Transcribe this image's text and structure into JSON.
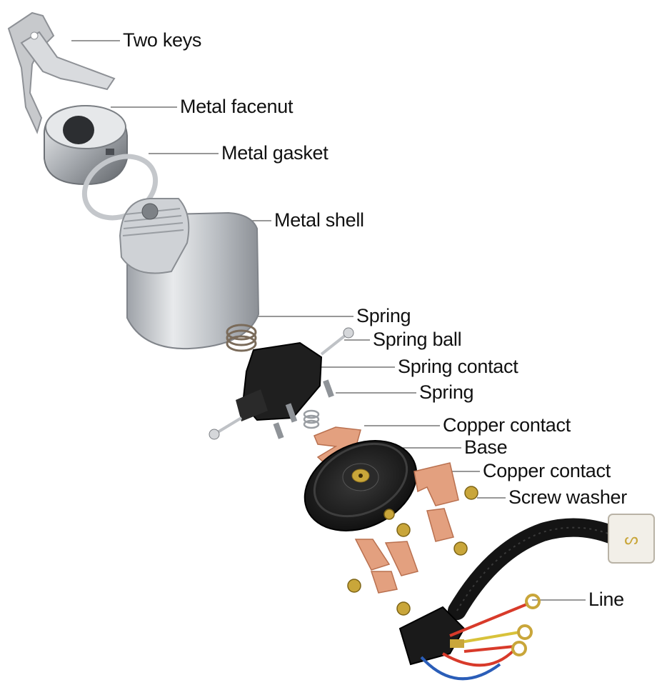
{
  "labels": {
    "two_keys": "Two keys",
    "metal_facenut": "Metal facenut",
    "metal_gasket": "Metal gasket",
    "metal_shell": "Metal shell",
    "spring_1": "Spring",
    "spring_ball": "Spring ball",
    "spring_contact": "Spring contact",
    "spring_2": "Spring",
    "copper_contact_1": "Copper contact",
    "base": "Base",
    "copper_contact_2": "Copper contact",
    "screw_washer": "Screw washer",
    "line": "Line"
  },
  "colors": {
    "leader": "#777777",
    "metal": "#c9ccd0",
    "plastic": "#1c1c1c",
    "copper": "#e3a07f",
    "brass": "#c9a63a"
  }
}
